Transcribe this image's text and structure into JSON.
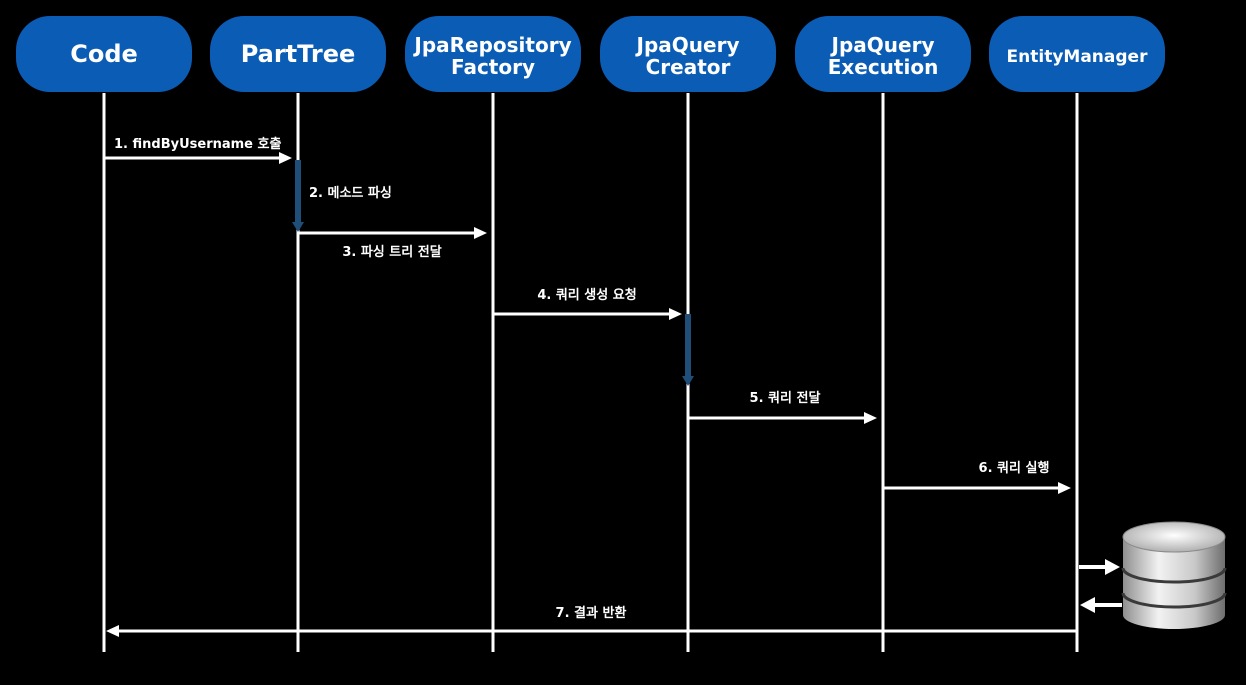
{
  "colors": {
    "background": "#000000",
    "actor_box": "#0b5cb5",
    "lifeline": "#ffffff",
    "message_arrow": "#ffffff",
    "activation": "#1f4e79",
    "text": "#ffffff"
  },
  "actors": [
    {
      "id": "code",
      "lines": [
        "Code"
      ]
    },
    {
      "id": "parttree",
      "lines": [
        "PartTree"
      ]
    },
    {
      "id": "jparepositoryfactory",
      "lines": [
        "JpaRepository",
        "Factory"
      ]
    },
    {
      "id": "jpaquerycreator",
      "lines": [
        "JpaQuery",
        "Creator"
      ]
    },
    {
      "id": "jpaqueryexecution",
      "lines": [
        "JpaQuery",
        "Execution"
      ]
    },
    {
      "id": "entitymanager",
      "lines": [
        "EntityManager"
      ]
    }
  ],
  "messages": [
    {
      "label": "1. findByUsername 호출",
      "from": "code",
      "to": "parttree",
      "kind": "call"
    },
    {
      "label": "2. 메소드 파싱",
      "from": "parttree",
      "to": "parttree",
      "kind": "self"
    },
    {
      "label": "3. 파싱 트리 전달",
      "from": "parttree",
      "to": "jparepositoryfactory",
      "kind": "call"
    },
    {
      "label": "4. 쿼리 생성 요청",
      "from": "jparepositoryfactory",
      "to": "jpaquerycreator",
      "kind": "call"
    },
    {
      "label": "5. 쿼리 전달",
      "from": "jpaquerycreator",
      "to": "jpaqueryexecution",
      "kind": "call"
    },
    {
      "label": "6. 쿼리 실행",
      "from": "jpaqueryexecution",
      "to": "entitymanager",
      "kind": "call"
    },
    {
      "label": "7. 결과 반환",
      "from": "entitymanager",
      "to": "code",
      "kind": "return"
    }
  ],
  "database": {
    "icon": "database-icon"
  }
}
